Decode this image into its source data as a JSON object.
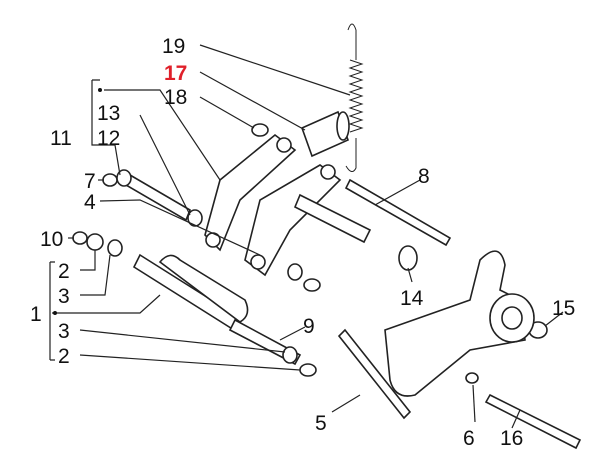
{
  "diagram": {
    "labels": {
      "l19": "19",
      "l17": "17",
      "l18": "18",
      "l11": "11",
      "l13": "13",
      "l12": "12",
      "l7": "7",
      "l4": "4",
      "l10": "10",
      "l2a": "2",
      "l3a": "3",
      "l1": "1",
      "l3b": "3",
      "l2b": "2",
      "l8": "8",
      "l14": "14",
      "l15": "15",
      "l9": "9",
      "l5": "5",
      "l6": "6",
      "l16": "16"
    },
    "highlight_color": "#e0202a"
  }
}
